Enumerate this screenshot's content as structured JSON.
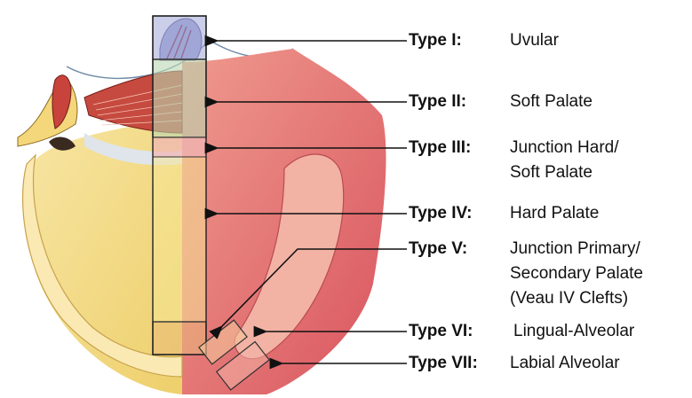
{
  "types": [
    {
      "type": "Type I:",
      "desc": [
        "Uvular"
      ]
    },
    {
      "type": "Type II:",
      "desc": [
        "Soft Palate"
      ]
    },
    {
      "type": "Type III:",
      "desc": [
        "Junction Hard/",
        "Soft Palate"
      ]
    },
    {
      "type": "Type IV:",
      "desc": [
        "Hard Palate"
      ]
    },
    {
      "type": "Type V:",
      "desc": [
        "Junction Primary/",
        "Secondary Palate",
        "(Veau IV Clefts)"
      ]
    },
    {
      "type": "Type VI:",
      "desc": [
        "Lingual-Alveolar"
      ]
    },
    {
      "type": "Type VII:",
      "desc": [
        "Labial Alveolar"
      ]
    }
  ],
  "colors": {
    "palate_left": "#f3dc82",
    "palate_right": "#e0696a",
    "type_I_box": "#9fa5d6",
    "type_II_box": "#b9d7b0",
    "type_III_box": "#f0b7b4",
    "box_stroke": "#333333",
    "arrow": "#111111"
  }
}
